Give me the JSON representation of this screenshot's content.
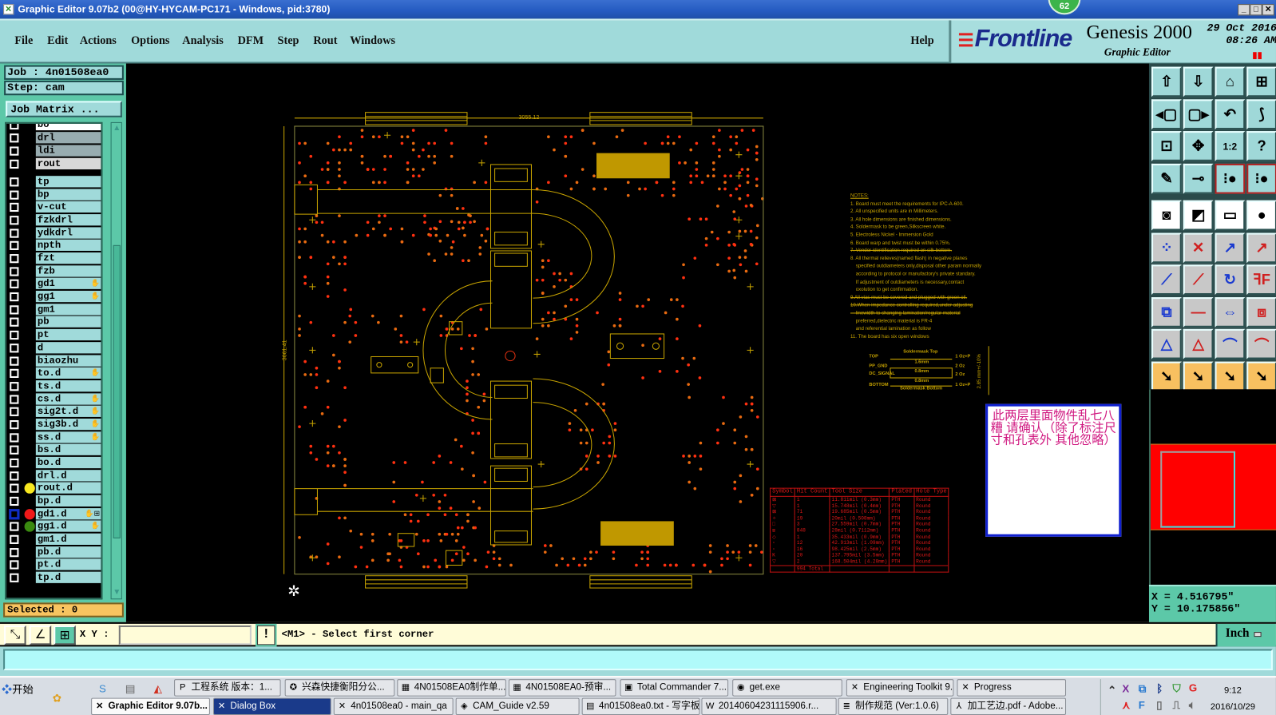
{
  "window": {
    "title": "Graphic Editor 9.07b2 (00@HY-HYCAM-PC171 - Windows, pid:3780)",
    "badge": "62",
    "minimize": "_",
    "maximize": "□",
    "close": "✕"
  },
  "menu": [
    {
      "label": "File"
    },
    {
      "label": "Edit"
    },
    {
      "label": "Actions"
    },
    {
      "label": "Options"
    },
    {
      "label": "Analysis"
    },
    {
      "label": "DFM"
    },
    {
      "label": "Step"
    },
    {
      "label": "Rout"
    },
    {
      "label": "Windows"
    },
    {
      "label": "Help"
    }
  ],
  "brand": {
    "logo": "Frontline",
    "product": "Genesis 2000",
    "subtitle": "Graphic Editor",
    "date": "29 Oct 2016",
    "time": "08:26 AM"
  },
  "job": {
    "job_label": "Job : 4n01508ea0",
    "step_label": "Step: cam",
    "matrix_button": "Job Matrix ..."
  },
  "layers": [
    {
      "name": "bo",
      "style": "white"
    },
    {
      "name": "drl",
      "style": "grey"
    },
    {
      "name": "ldi",
      "style": "grey"
    },
    {
      "name": "rout",
      "style": "lgrey"
    },
    {
      "name": "tp"
    },
    {
      "name": "bp"
    },
    {
      "name": "v-cut"
    },
    {
      "name": "fzkdrl"
    },
    {
      "name": "ydkdrl"
    },
    {
      "name": "npth"
    },
    {
      "name": "fzt"
    },
    {
      "name": "fzb"
    },
    {
      "name": "gd1",
      "flag": "✋"
    },
    {
      "name": "gg1",
      "flag": "✋"
    },
    {
      "name": "gm1"
    },
    {
      "name": "pb"
    },
    {
      "name": "pt"
    },
    {
      "name": "d"
    },
    {
      "name": "biaozhu"
    },
    {
      "name": "to.d",
      "flag": "✋"
    },
    {
      "name": "ts.d"
    },
    {
      "name": "cs.d",
      "flag": "✋"
    },
    {
      "name": "sig2t.d",
      "flag": "✋"
    },
    {
      "name": "sig3b.d",
      "flag": "✋"
    },
    {
      "name": "ss.d",
      "flag": "✋"
    },
    {
      "name": "bs.d"
    },
    {
      "name": "bo.d"
    },
    {
      "name": "drl.d"
    },
    {
      "name": "rout.d",
      "color": "#f8e820"
    },
    {
      "name": "bp.d"
    },
    {
      "name": "gd1.d",
      "color": "#f01818",
      "flag": "✋⊞",
      "work": true
    },
    {
      "name": "gg1.d",
      "color": "#3a8a10",
      "flag": "✋"
    },
    {
      "name": "gm1.d"
    },
    {
      "name": "pb.d"
    },
    {
      "name": "pt.d"
    },
    {
      "name": "tp.d"
    }
  ],
  "selected_label": "Selected : 0",
  "toolbar_icons": [
    [
      "move-up-icon",
      "⇧"
    ],
    [
      "move-down-icon",
      "⇩"
    ],
    [
      "home-icon",
      "⌂"
    ],
    [
      "window-layout-icon",
      "⊞"
    ],
    [
      "pan-left-icon",
      "◂▢"
    ],
    [
      "pan-right-icon",
      "▢▸"
    ],
    [
      "undo-view-icon",
      "↶"
    ],
    [
      "route-path-icon",
      "⟆"
    ],
    [
      "zoom-fit-icon",
      "⊡"
    ],
    [
      "zoom-center-icon",
      "✥"
    ],
    [
      "scale-1-2-icon",
      "1:2"
    ],
    [
      "help-icon",
      "?"
    ],
    [
      "tools-icon",
      "✎"
    ],
    [
      "probe-icon",
      "⊸"
    ],
    [
      "net-measure-icon",
      "⁝●"
    ],
    [
      "net-measure-alt-icon",
      "⁝●"
    ],
    [
      "snapshot-icon",
      "◙"
    ],
    [
      "select-rect-icon",
      "◩"
    ],
    [
      "ruler-icon",
      "▭"
    ],
    [
      "pad-icon",
      "●"
    ],
    [
      "connect-pads-icon",
      "⁘"
    ],
    [
      "delete-pad-icon",
      "✕"
    ],
    [
      "move-pad-icon",
      "↗"
    ],
    [
      "move-pad-filled-icon",
      "↗"
    ],
    [
      "line-edit-icon",
      "⟋"
    ],
    [
      "line-edit-alt-icon",
      "⟋"
    ],
    [
      "rotate-icon",
      "↻"
    ],
    [
      "mirror-icon",
      "ꟻF"
    ],
    [
      "copy-pad-icon",
      "⧉"
    ],
    [
      "line-icon",
      "—"
    ],
    [
      "resize-icon",
      "⇔"
    ],
    [
      "multi-select-icon",
      "⧈"
    ],
    [
      "triangle-edit-icon",
      "△"
    ],
    [
      "triangle-edit-alt-icon",
      "△"
    ],
    [
      "arch-edit-icon",
      "⌒"
    ],
    [
      "arch-edit-alt-icon",
      "⌒"
    ],
    [
      "pointer-icon",
      "➘"
    ],
    [
      "pointer-rect-icon",
      "➘"
    ],
    [
      "pointer-poly-icon",
      "➘"
    ],
    [
      "route-pointer-icon",
      "➘"
    ]
  ],
  "coords": {
    "x": "X = 4.516795\"",
    "y": "Y = 10.175856\""
  },
  "command": {
    "xy_label": "X Y :",
    "xy_value": "",
    "excl": "!",
    "message": "<M1> - Select first corner",
    "units": "Inch"
  },
  "drawing": {
    "width_dim": "3055.12",
    "height_dim": "3661.41",
    "notes": [
      {
        "t": "NOTES:",
        "s": "h"
      },
      {
        "t": "1. Board must meet the requirements for IPC-A-600."
      },
      {
        "t": "2. All unspecified units are in Millimeters."
      },
      {
        "t": "3. All hole dimensions are finished dimensions."
      },
      {
        "t": "4. Soldermask to be green,Silkscreen white."
      },
      {
        "t": "5. Electroless Nickel - Immersion Gold"
      },
      {
        "t": "6. Board warp and twist must be within 0.75%."
      },
      {
        "t": "7. Vendor identification required on silk bottom.",
        "s": "s"
      },
      {
        "t": "8. All thermal relieves(named flash) in negative planes"
      },
      {
        "t": "    specified outdiameters only,disposal other param normally"
      },
      {
        "t": "    according to protocol or manufactory's private standary."
      },
      {
        "t": "    If adjustment of outdiameters is necessary,contact"
      },
      {
        "t": "    oxolution to get confirmation."
      },
      {
        "t": "9.All vias must be covered and plugged with green oil.",
        "s": "s"
      },
      {
        "t": "10.When impedance controlling required,under adjusting",
        "s": "s"
      },
      {
        "t": "    linewidth to changing lamination/regular material",
        "s": "s"
      },
      {
        "t": "    preferred,dielectric material is FR-4"
      },
      {
        "t": "    and referential lamination as follow"
      },
      {
        "t": "11. The board has six open windows"
      }
    ],
    "stackup": {
      "top_mask": "Soldermask Top",
      "bottom_mask": "Soldermask Bottom",
      "layers": [
        "TOP",
        "PP_GND",
        "DC_SIGNAL",
        "BOTTOM"
      ],
      "weights": [
        "1 Oz+P",
        "2 Oz",
        "2 Oz",
        "1 Oz+P"
      ],
      "thicknesses": [
        "1.6mm",
        "0.8mm",
        "0.8mm"
      ],
      "total": "2.85 mm+/-10%"
    },
    "drill_table": {
      "headers": [
        "Symbol",
        "Hit Count",
        "Tool Size",
        "Plated",
        "Hole Type"
      ],
      "rows": [
        [
          "⊠",
          "1",
          "11.811mil (0.3mm)",
          "PTH",
          "Round"
        ],
        [
          "▽",
          "1",
          "15.748mil (0.4mm)",
          "PTH",
          "Round"
        ],
        [
          "⊠",
          "71",
          "19.685mil (0.5mm)",
          "PTH",
          "Round"
        ],
        [
          "✧",
          "19",
          "20mil (0.508mm)",
          "PTH",
          "Round"
        ],
        [
          "□",
          "3",
          "27.559mil (0.7mm)",
          "PTH",
          "Round"
        ],
        [
          "⧈",
          "848",
          "28mil (0.7112mm)",
          "PTH",
          "Round"
        ],
        [
          "◇",
          "1",
          "35.433mil (0.9mm)",
          "PTH",
          "Round"
        ],
        [
          "▫",
          "12",
          "42.913mil (1.09mm)",
          "PTH",
          "Round"
        ],
        [
          "▫",
          "16",
          "98.425mil (2.5mm)",
          "PTH",
          "Round"
        ],
        [
          "K",
          "20",
          "137.795mil (3.5mm)",
          "PTH",
          "Round"
        ],
        [
          "▽",
          "2",
          "168.504mil (4.28mm)",
          "PTH",
          "Round"
        ]
      ],
      "total": "994 Total"
    },
    "review_note": "此两层里面物件乱七八糟  请确认（除了标注尺寸和孔表外 其他忽略）"
  },
  "taskbar": {
    "start": "开始",
    "row1": [
      "工程系统  版本：1...",
      "兴森快捷衡阳分公...",
      "4N01508EA0制作单...",
      "4N01508EA0-预审...",
      "Total Commander 7....",
      "get.exe",
      "Engineering Toolkit 9...",
      "Progress"
    ],
    "row2": [
      "Graphic Editor 9.07b...",
      "Dialog Box",
      "4n01508ea0 - main_qa",
      "CAM_Guide v2.59",
      "4n01508ea0.txt - 写字板",
      "20140604231115906.r...",
      "制作规范 (Ver:1.0.6)",
      "加工艺边.pdf - Adobe..."
    ],
    "clock_time": "9:12",
    "clock_date": "2016/10/29"
  }
}
